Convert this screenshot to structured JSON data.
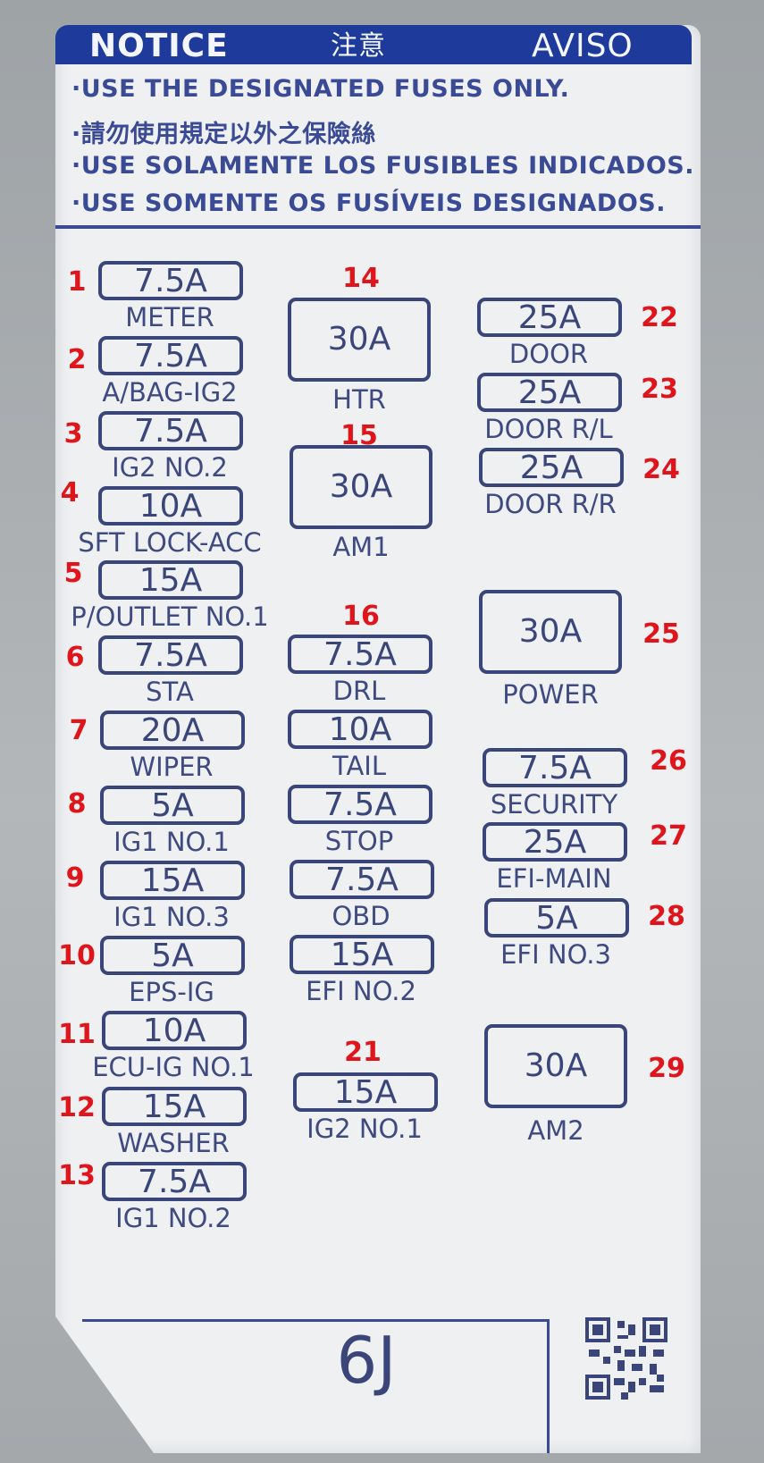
{
  "notice": {
    "header_left": "NOTICE",
    "header_center": "注意",
    "header_right": "AVISO",
    "lines": [
      "·USE THE DESIGNATED FUSES ONLY.",
      "·請勿使用規定以外之保險絲",
      "·USE SOLAMENTE LOS FUSIBLES INDICADOS.",
      "·USE SOMENTE OS FUSÍVEIS DESIGNADOS."
    ]
  },
  "fuses": [
    {
      "num": "1",
      "rating": "7.5A",
      "name": "METER"
    },
    {
      "num": "2",
      "rating": "7.5A",
      "name": "A/BAG-IG2"
    },
    {
      "num": "3",
      "rating": "7.5A",
      "name": "IG2 NO.2"
    },
    {
      "num": "4",
      "rating": "10A",
      "name": "SFT LOCK-ACC"
    },
    {
      "num": "5",
      "rating": "15A",
      "name": "P/OUTLET NO.1"
    },
    {
      "num": "6",
      "rating": "7.5A",
      "name": "STA"
    },
    {
      "num": "7",
      "rating": "20A",
      "name": "WIPER"
    },
    {
      "num": "8",
      "rating": "5A",
      "name": "IG1 NO.1"
    },
    {
      "num": "9",
      "rating": "15A",
      "name": "IG1 NO.3"
    },
    {
      "num": "10",
      "rating": "5A",
      "name": "EPS-IG"
    },
    {
      "num": "11",
      "rating": "10A",
      "name": "ECU-IG NO.1"
    },
    {
      "num": "12",
      "rating": "15A",
      "name": "WASHER"
    },
    {
      "num": "13",
      "rating": "7.5A",
      "name": "IG1 NO.2"
    },
    {
      "num": "14",
      "rating": "30A",
      "name": "HTR"
    },
    {
      "num": "15",
      "rating": "30A",
      "name": "AM1"
    },
    {
      "num": "16",
      "rating": "7.5A",
      "name": "DRL"
    },
    {
      "num": "",
      "rating": "10A",
      "name": "TAIL"
    },
    {
      "num": "",
      "rating": "7.5A",
      "name": "STOP"
    },
    {
      "num": "",
      "rating": "7.5A",
      "name": "OBD"
    },
    {
      "num": "",
      "rating": "15A",
      "name": "EFI NO.2"
    },
    {
      "num": "21",
      "rating": "15A",
      "name": "IG2 NO.1"
    },
    {
      "num": "22",
      "rating": "25A",
      "name": "DOOR"
    },
    {
      "num": "23",
      "rating": "25A",
      "name": "DOOR R/L"
    },
    {
      "num": "24",
      "rating": "25A",
      "name": "DOOR R/R"
    },
    {
      "num": "25",
      "rating": "30A",
      "name": "POWER"
    },
    {
      "num": "26",
      "rating": "7.5A",
      "name": "SECURITY"
    },
    {
      "num": "27",
      "rating": "25A",
      "name": "EFI-MAIN"
    },
    {
      "num": "28",
      "rating": "5A",
      "name": "EFI NO.3"
    },
    {
      "num": "29",
      "rating": "30A",
      "name": "AM2"
    }
  ],
  "bottom": {
    "code": "6J",
    "qr_icon": "qr-code-icon"
  },
  "colors": {
    "notice_bar": "#1e3a9a",
    "fuse_ink": "#3a4579",
    "number_red": "#e0151b"
  }
}
